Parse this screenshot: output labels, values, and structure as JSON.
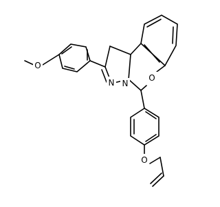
{
  "molecule": {
    "atoms": {
      "methoxy_oxygen": "O",
      "ring_oxygen": "O",
      "allyl_oxygen": "O",
      "pyrazoline_n_double": "N",
      "pyrazoline_n_single": "N"
    }
  }
}
